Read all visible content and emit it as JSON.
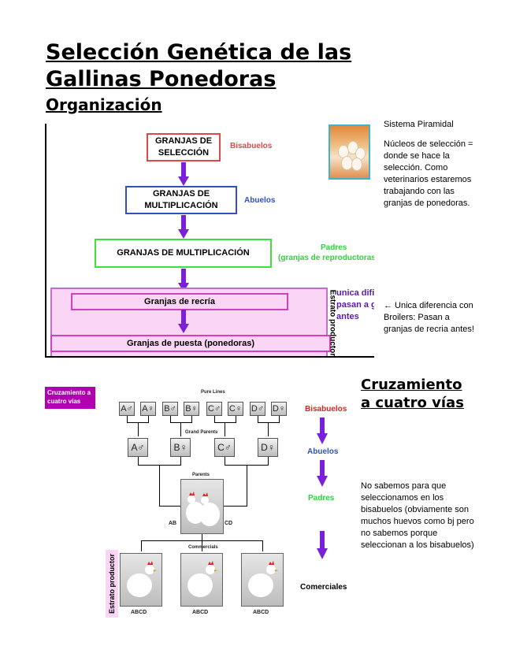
{
  "title": "Selección Genética de las Gallinas Ponedoras",
  "subtitle": "Organización",
  "pyramid": {
    "boxes": [
      "GRANJAS DE SELECCIÓN",
      "GRANJAS DE MULTIPLICACIÓN",
      "GRANJAS DE MULTIPLICACIÓN",
      "Granjas de recría",
      "Granjas de puesta (ponedoras)"
    ],
    "labels": {
      "bisabuelos": "Bisabuelos",
      "abuelos": "Abuelos",
      "padres": "Padres",
      "padres_sub": "(granjas de reproductoras)"
    },
    "stratum": "Estrato productor",
    "cut_text": [
      "unica difi",
      "pasan a g",
      "antes"
    ],
    "colors": {
      "selection": "#e04848",
      "abuelos": "#3050c0",
      "padres": "#40e040",
      "arrow": "#7a20d8",
      "stratum": "#fbd5f6"
    }
  },
  "side_note": {
    "title": "Sistema Piramidal",
    "body": "Núcleos de selección = donde se hace la selección. Como veterinarios estaremos trabajando con las granjas de ponedoras.",
    "arrow_note": "← Unica diferencia con Broilers: Pasan a granjas de recria antes!"
  },
  "cross": {
    "heading": "Cruzamiento a cuatro vías",
    "tag": "Cruzamiento a cuatro vías",
    "pure_lines": "Pure Lines",
    "grand_parents": "Grand Parents",
    "parents": "Parents",
    "commercials": "Commercials",
    "pure_line_boxes": [
      "A♂",
      "A♀",
      "B♂",
      "B♀",
      "C♂",
      "C♀",
      "D♂",
      "D♀"
    ],
    "gp_boxes": [
      "A♂",
      "B♀",
      "C♂",
      "D♀"
    ],
    "parent_left": "AB",
    "parent_right": "CD",
    "commercial_labels": [
      "ABCD",
      "ABCD",
      "ABCD"
    ],
    "levels": {
      "bisabuelos": "Bisabuelos",
      "abuelos": "Abuelos",
      "padres": "Padres",
      "comerciales": "Comerciales"
    },
    "stratum": "Estrato productor",
    "colors": {
      "bisabuelos": "#e02020",
      "abuelos": "#3050c0",
      "padres": "#30d040",
      "arrow": "#7a20d8",
      "tag": "#b000b0"
    },
    "note": "No sabemos para que seleccionamos en los bisabuelos (obviamente son muchos huevos como bj pero no sabemos porque seleccionan a los bisabuelos)"
  }
}
